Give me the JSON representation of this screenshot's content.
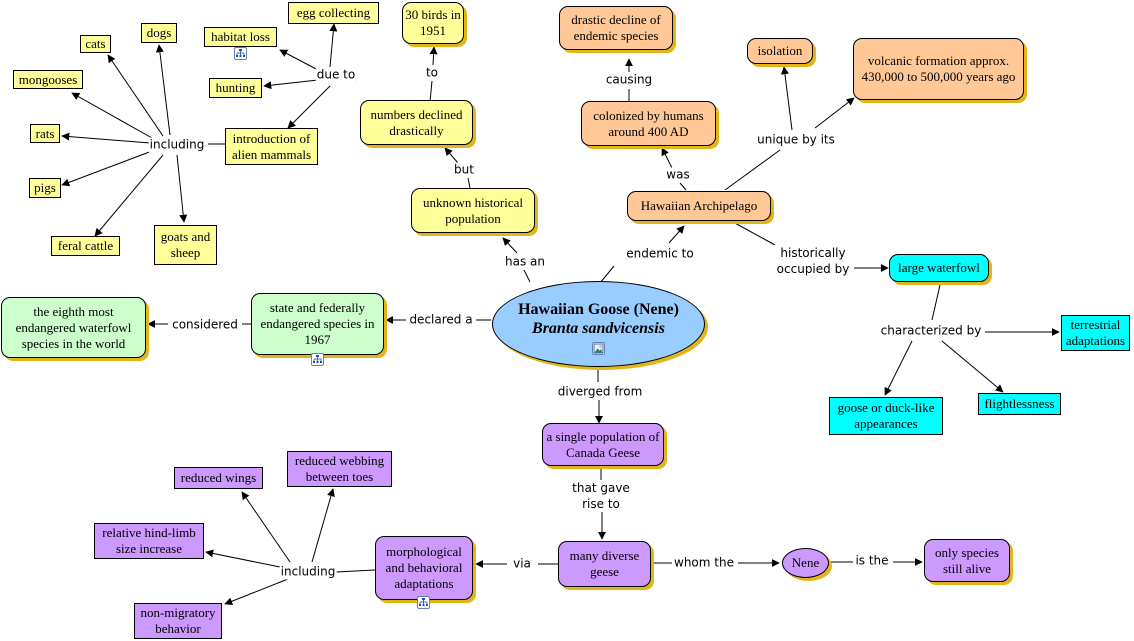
{
  "main": {
    "title": "Hawaiian Goose (Nene)",
    "subtitle": "Branta sandvicensis"
  },
  "nodes": {
    "egg_collecting": "egg collecting",
    "birds_1951": "30 birds in 1951",
    "habitat_loss": "habitat loss",
    "cats": "cats",
    "dogs": "dogs",
    "mongooses": "mongooses",
    "hunting": "hunting",
    "numbers_declined": "numbers declined drastically",
    "rats": "rats",
    "alien_mammals": "introduction of alien mammals",
    "pigs": "pigs",
    "feral_cattle": "feral cattle",
    "goats_sheep": "goats and sheep",
    "unknown_population": "unknown historical population",
    "drastic_decline": "drastic decline of endemic species",
    "colonized": "colonized by humans around 400 AD",
    "isolation": "isolation",
    "volcanic": "volcanic formation approx. 430,000 to 500,000 years ago",
    "archipelago": "Hawaiian Archipelago",
    "large_waterfowl": "large waterfowl",
    "terrestrial": "terrestrial adaptations",
    "goose_duck": "goose or duck-like appearances",
    "flightlessness": "flightlessness",
    "eighth_most": "the eighth most endangered waterfowl species in the world",
    "state_federal": "state and federally endangered species in 1967",
    "canada_geese": "a single population of Canada Geese",
    "diverse_geese": "many diverse geese",
    "nene": "Nene",
    "only_species": "only species still alive",
    "morphological": "morphological and behavioral adaptations",
    "reduced_wings": "reduced wings",
    "reduced_webbing": "reduced webbing between toes",
    "hind_limb": "relative hind-limb size increase",
    "non_migratory": "non-migratory behavior"
  },
  "links": {
    "due_to": "due to",
    "to": "to",
    "including_top": "including",
    "but": "but",
    "causing": "causing",
    "was": "was",
    "unique_by_its": "unique by its",
    "has_an": "has an",
    "endemic_to": "endemic to",
    "historically_occupied_by": "historically occupied by",
    "characterized_by": "characterized by",
    "considered": "considered",
    "declared_a": "declared a",
    "diverged_from": "diverged from",
    "that_gave_rise_to": "that gave rise to",
    "via": "via",
    "whom_the": "whom the",
    "is_the": "is the",
    "including_bottom": "including"
  },
  "colors": {
    "main": "#99ccff",
    "threats": "#ffff99",
    "geography": "#ffc896",
    "status": "#ccffcc",
    "evolution": "#cc99ff",
    "habitat": "#00ffff",
    "shadow": "#e3b51c"
  },
  "icons": {
    "submap": "concept-map-submap-icon",
    "image": "image-resource-icon"
  }
}
